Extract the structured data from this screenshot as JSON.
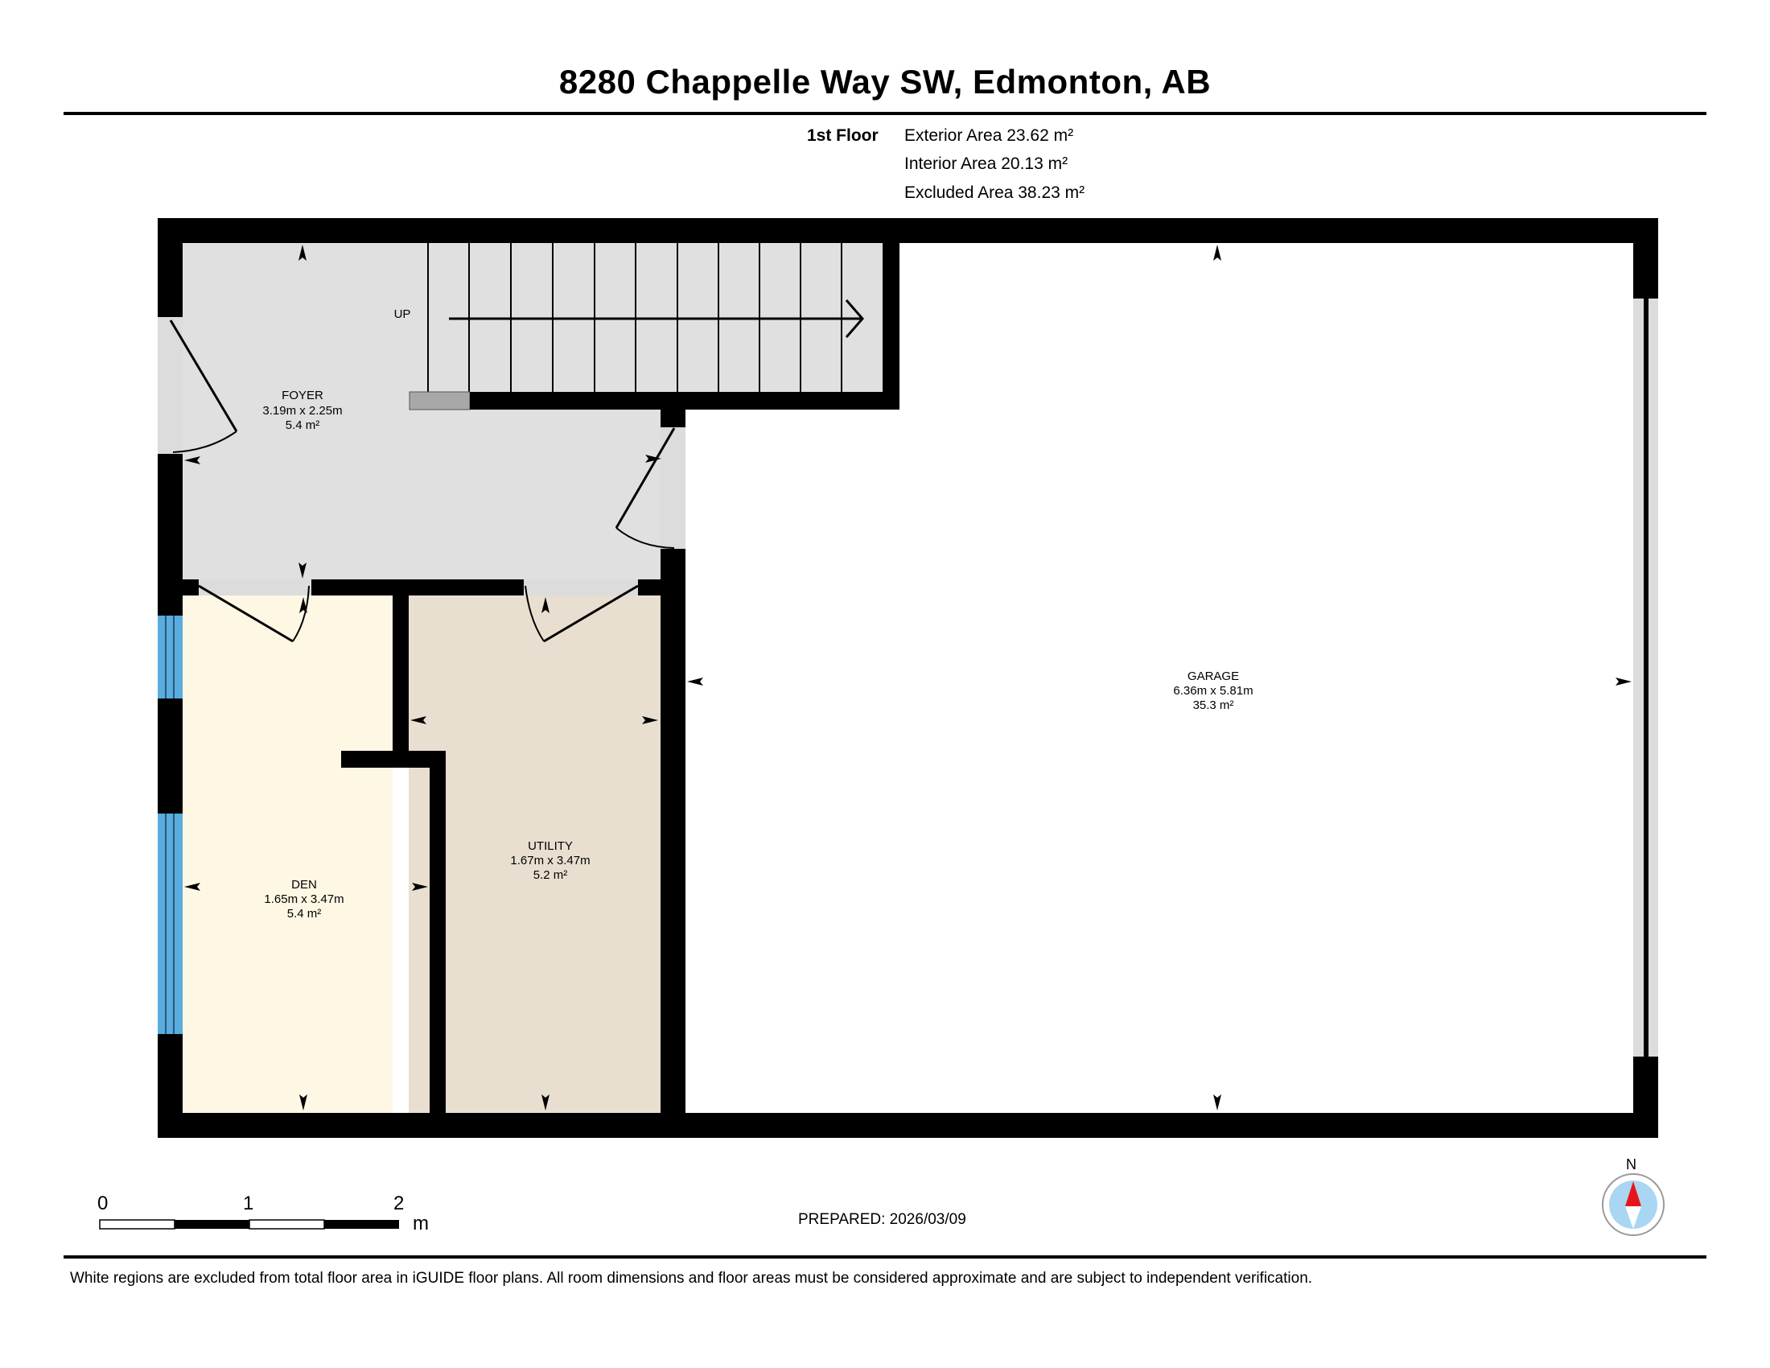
{
  "header": {
    "title": "8280 Chappelle Way SW, Edmonton, AB"
  },
  "summary": {
    "floor_label": "1st Floor",
    "exterior_area": "Exterior Area 23.62 m²",
    "interior_area": "Interior Area 20.13 m²",
    "excluded_area": "Excluded Area 38.23 m²"
  },
  "plan": {
    "stairs_label": "UP",
    "rooms": [
      {
        "name": "FOYER",
        "dims": "3.19m x 2.25m",
        "area": "5.4 m²",
        "fill": "#e0e0e0"
      },
      {
        "name": "DEN",
        "dims": "1.65m x 3.47m",
        "area": "5.4 m²",
        "fill": "#fdf7e4"
      },
      {
        "name": "UTILITY",
        "dims": "1.67m x 3.47m",
        "area": "5.2 m²",
        "fill": "#e8dfd0"
      },
      {
        "name": "GARAGE",
        "dims": "6.36m x 5.81m",
        "area": "35.3 m²",
        "fill": "#ffffff"
      }
    ],
    "colors": {
      "wall": "#000000",
      "window": "#5aacdf",
      "door_opening": "#dcdcdc",
      "stair_landing": "#a8a8a8"
    }
  },
  "scale_bar": {
    "labels": [
      "0",
      "1",
      "2"
    ],
    "unit": "m"
  },
  "prepared": "PREPARED: 2026/03/09",
  "compass": {
    "label": "N",
    "needle_color": "#e8141c",
    "face_color": "#a9d6f2"
  },
  "footer": {
    "disclaimer": "White regions are excluded from total floor area in iGUIDE floor plans. All room dimensions and floor areas must be considered approximate and are subject to independent verification."
  }
}
